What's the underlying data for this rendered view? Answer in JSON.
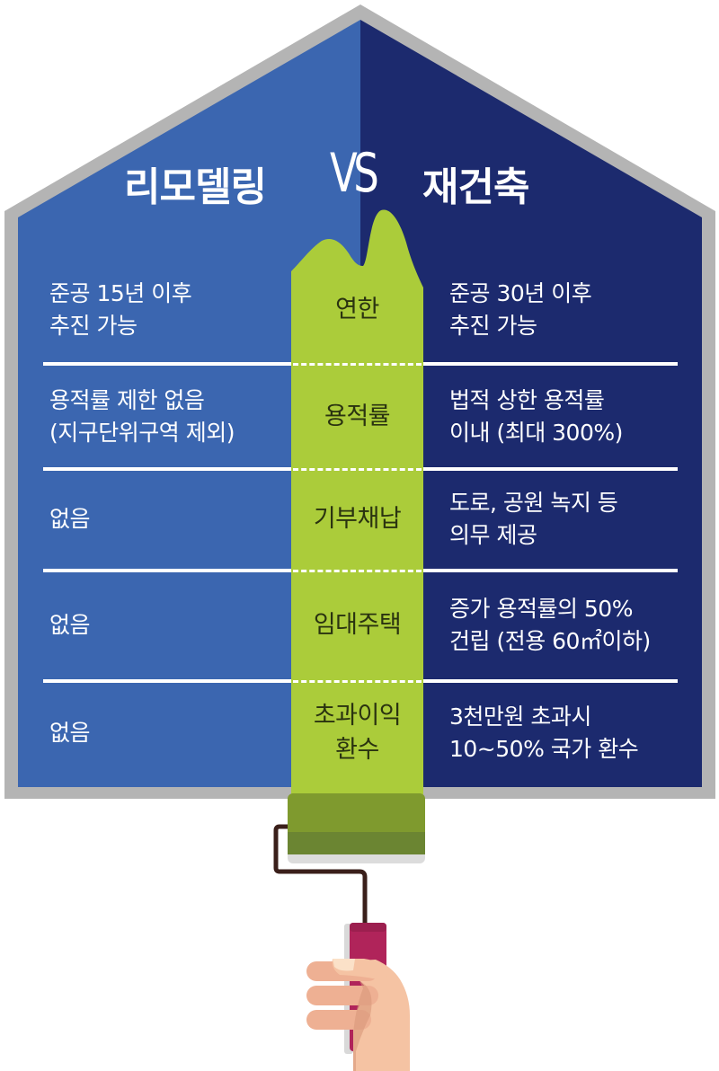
{
  "header": {
    "left_title": "리모델링",
    "vs_label": "VS",
    "right_title": "재건축"
  },
  "colors": {
    "left_panel": "#3b66b0",
    "right_panel": "#1c2a6e",
    "center_strip": "#abcc3a",
    "border": "#b4b4b4",
    "roller_top": "#7f9a2e",
    "roller_bottom": "#6b8532",
    "handle_grip": "#b0245a",
    "handle_wire": "#3a1f1a",
    "skin": "#f5c3a3"
  },
  "rows": [
    {
      "category": "연한",
      "remodeling": [
        "준공 15년 이후",
        "추진 가능"
      ],
      "reconstruction": [
        "준공 30년 이후",
        "추진 가능"
      ]
    },
    {
      "category": "용적률",
      "remodeling": [
        "용적률 제한 없음",
        "(지구단위구역 제외)"
      ],
      "reconstruction": [
        "법적 상한 용적률",
        "이내 (최대 300%)"
      ]
    },
    {
      "category": "기부채납",
      "remodeling": [
        "없음"
      ],
      "reconstruction": [
        "도로, 공원 녹지 등",
        "의무 제공"
      ]
    },
    {
      "category": "임대주택",
      "remodeling": [
        "없음"
      ],
      "reconstruction": [
        "증가 용적률의 50%",
        "건립 (전용 60㎡이하)"
      ]
    },
    {
      "category_lines": [
        "초과이익",
        "환수"
      ],
      "remodeling": [
        "없음"
      ],
      "reconstruction": [
        "3천만원 초과시",
        "10~50% 국가 환수"
      ]
    }
  ]
}
